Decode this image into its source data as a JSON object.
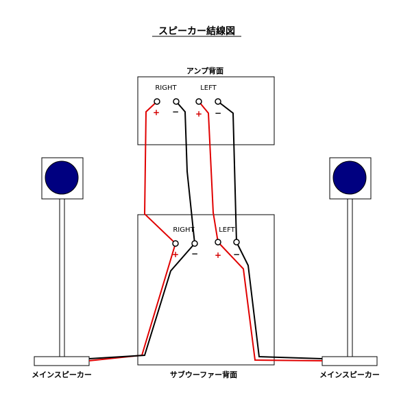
{
  "title": "スピーカー結線図",
  "amp": {
    "label": "アンプ背面",
    "right_label": "RIGHT",
    "left_label": "LEFT",
    "plus": "+",
    "minus": "−"
  },
  "subwoofer": {
    "label": "サブウーファー背面",
    "right_label": "RIGHT",
    "left_label": "LEFT",
    "plus": "+",
    "minus": "−"
  },
  "speakers": {
    "left_label": "メインスピーカー",
    "right_label": "メインスピーカー"
  },
  "colors": {
    "positive_wire": "#e00000",
    "negative_wire": "#000000",
    "speaker_cone": "#000080",
    "outline": "#000000",
    "background": "#ffffff"
  }
}
